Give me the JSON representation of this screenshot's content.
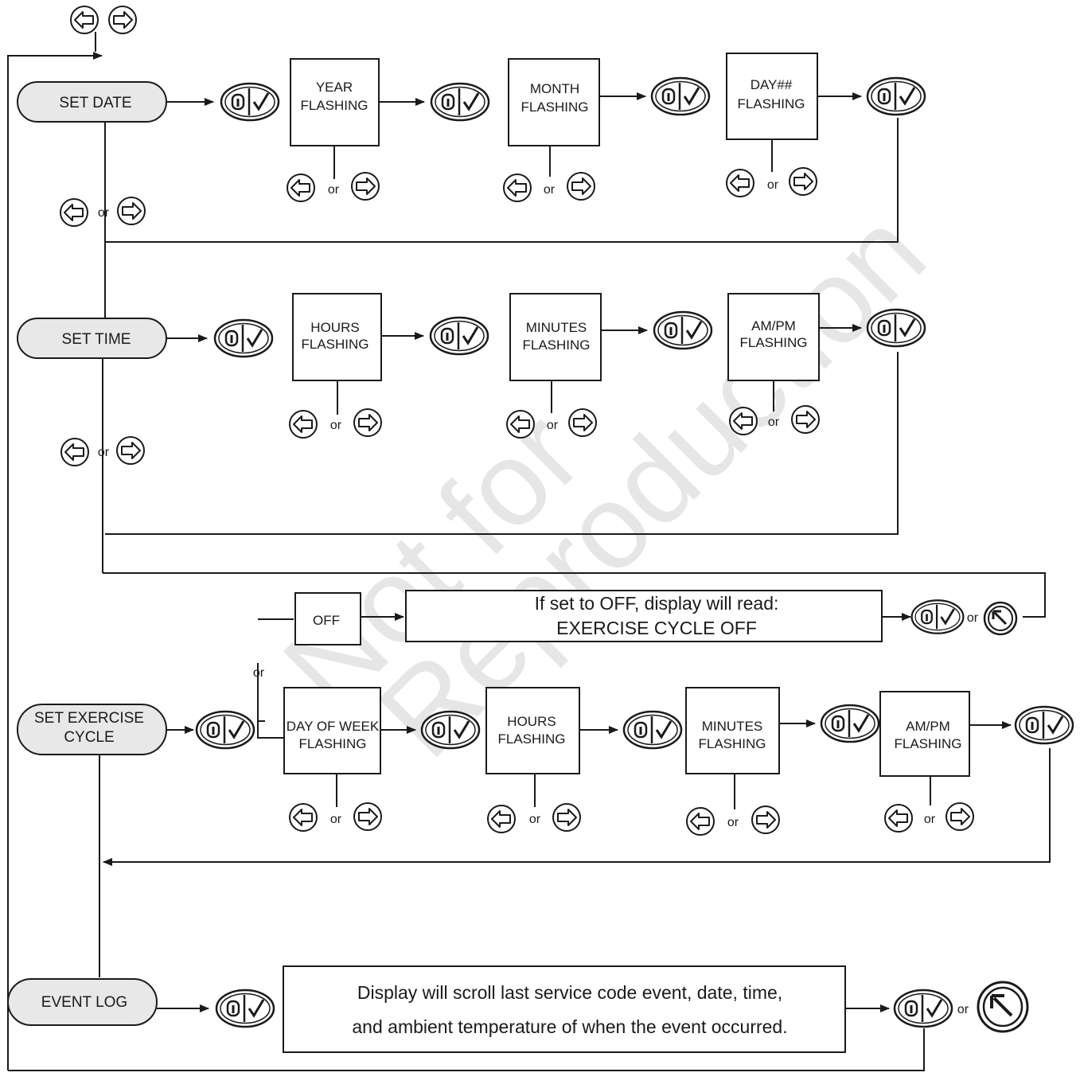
{
  "menu": {
    "set_date": "SET DATE",
    "set_time": "SET TIME",
    "set_exercise_line1": "SET EXERCISE",
    "set_exercise_line2": "CYCLE",
    "event_log": "EVENT LOG"
  },
  "date_steps": {
    "year": [
      "YEAR",
      "FLASHING"
    ],
    "month": [
      "MONTH",
      "FLASHING"
    ],
    "day": [
      "DAY##",
      "FLASHING"
    ]
  },
  "time_steps": {
    "hours": [
      "HOURS",
      "FLASHING"
    ],
    "minutes": [
      "MINUTES",
      "FLASHING"
    ],
    "ampm": [
      "AM/PM",
      "FLASHING"
    ]
  },
  "exercise_steps": {
    "off": "OFF",
    "off_message_line1": "If set to OFF, display will read:",
    "off_message_line2": "EXERCISE CYCLE OFF",
    "day_of_week": [
      "DAY OF WEEK",
      "FLASHING"
    ],
    "hours": [
      "HOURS",
      "FLASHING"
    ],
    "minutes": [
      "MINUTES",
      "FLASHING"
    ],
    "ampm": [
      "AM/PM",
      "FLASHING"
    ]
  },
  "event_log_message": {
    "line1": "Display will scroll last service code event, date, time,",
    "line2": "and ambient temperature of when the event occurred."
  },
  "or_label": "or",
  "watermark": {
    "line1": "Not for",
    "line2": "Reproduction"
  },
  "icons": [
    "left-arrow-icon",
    "right-arrow-icon",
    "info-check-button-icon",
    "back-rotate-icon"
  ]
}
